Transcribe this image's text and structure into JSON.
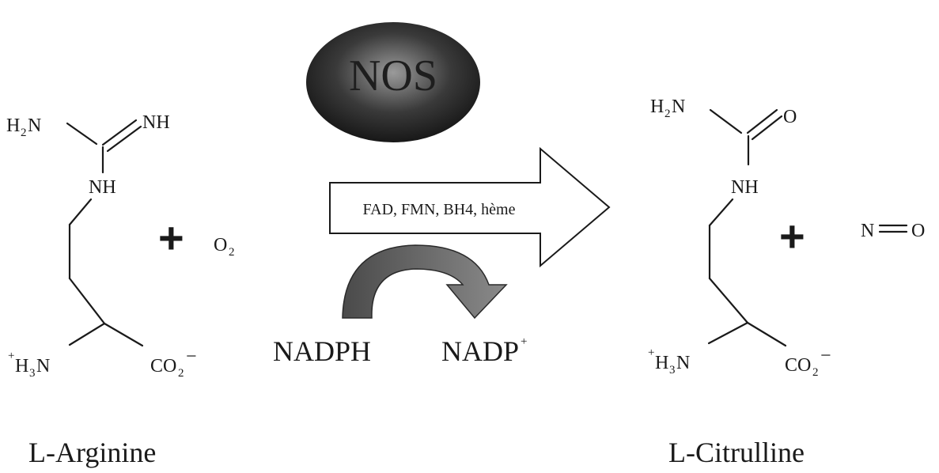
{
  "enzyme": {
    "label": "NOS"
  },
  "conditions": {
    "text": "FAD, FMN, BH4, hème"
  },
  "reactant": {
    "name": "L-Arginine",
    "amine_top": "H",
    "amine_top_sub": "2",
    "amine_top_n": "N",
    "imine": "NH",
    "nh": "NH",
    "charge_plus": "+",
    "ammonium_h": "H",
    "ammonium_sub": "3",
    "ammonium_n": "N",
    "carboxylate": "CO",
    "carboxylate_sub": "2",
    "carboxylate_charge": "−"
  },
  "oxygen": {
    "symbol": "O",
    "sub": "2"
  },
  "product": {
    "name": "L-Citrulline",
    "amine_top": "H",
    "amine_top_sub": "2",
    "amine_top_n": "N",
    "carbonyl_o": "O",
    "nh": "NH",
    "charge_plus": "+",
    "ammonium_h": "H",
    "ammonium_sub": "3",
    "ammonium_n": "N",
    "carboxylate": "CO",
    "carboxylate_sub": "2",
    "carboxylate_charge": "−"
  },
  "nitric_oxide": {
    "n": "N",
    "o": "O"
  },
  "cofactor": {
    "in": "NADPH",
    "out": "NADP",
    "out_charge": "+"
  },
  "plus_sign": "+",
  "colors": {
    "text": "#1a1a1a",
    "ellipse_dark": "#1a1a1a",
    "ellipse_light": "#9a9a9a",
    "curved_arrow_dark": "#4a4a4a",
    "curved_arrow_light": "#8a8a8a"
  }
}
